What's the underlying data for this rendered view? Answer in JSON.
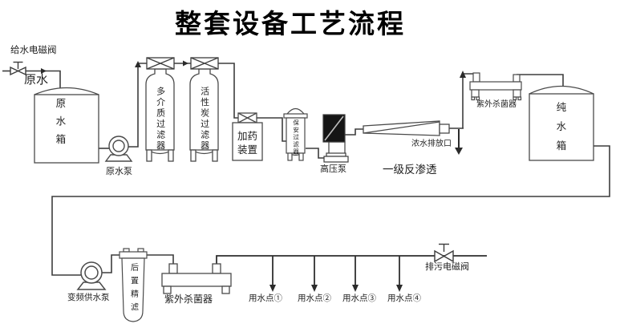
{
  "title": "整套设备工艺流程",
  "labels": {
    "feed_valve": "给水电磁阀",
    "raw_water": "原水",
    "raw_tank": "原水箱",
    "raw_pump": "原水泵",
    "multimedia_filter": "多介质过滤器",
    "carbon_filter": "活性炭过滤器",
    "dosing_device": "加药装置",
    "security_filter": "保安过滤器",
    "hp_pump": "高压泵",
    "ro_stage": "一级反渗透",
    "concentrate_outlet": "浓水排放口",
    "uv_sterilizer_top": "紫外杀菌器",
    "pure_tank": "纯水箱",
    "vfd_pump": "变频供水泵",
    "post_filter": "后置精滤",
    "uv_sterilizer_bottom": "紫外杀菌器",
    "use_points": [
      "用水点①",
      "用水点②",
      "用水点③",
      "用水点④"
    ],
    "drain_valve": "排污电磁阀"
  },
  "colors": {
    "line": "#3d3d3d",
    "dark_line": "#2b2b2b",
    "pump_black": "#151515",
    "text": "#1f1f1f",
    "background": "#ffffff"
  }
}
